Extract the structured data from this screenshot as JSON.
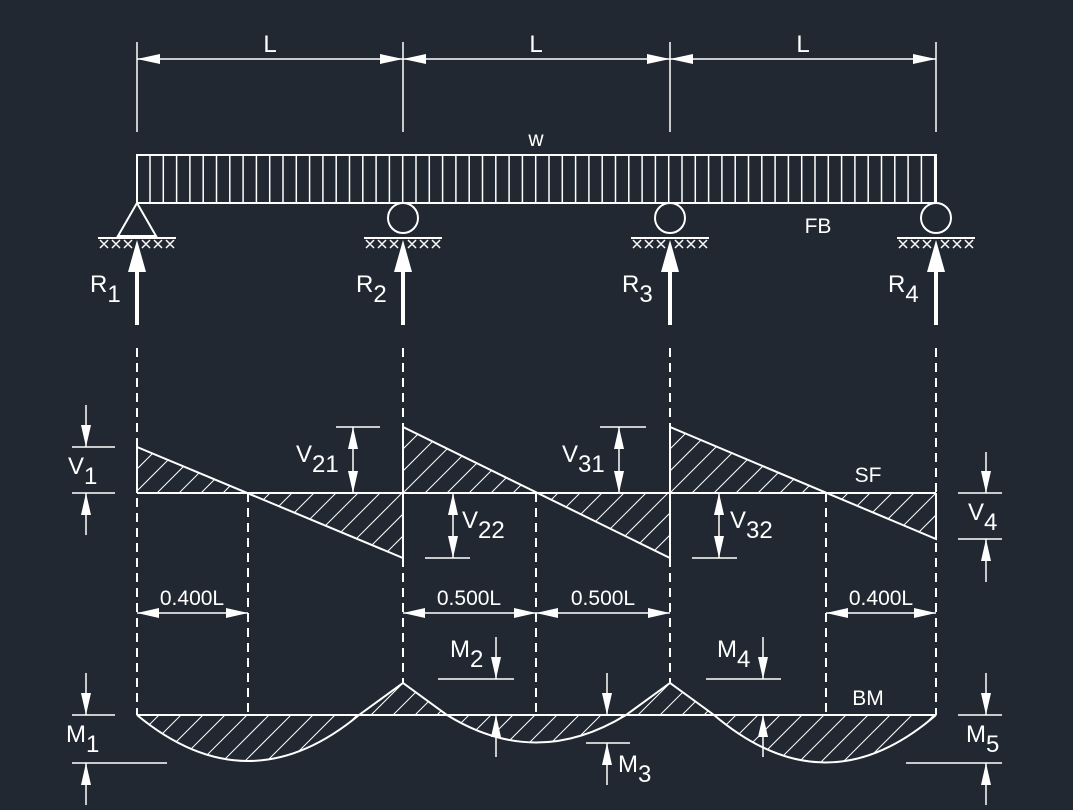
{
  "diagram": {
    "span_labels": [
      "L",
      "L",
      "L"
    ],
    "load_label": "w",
    "fb_label": "FB",
    "reactions": [
      {
        "base": "R",
        "sub": "1"
      },
      {
        "base": "R",
        "sub": "2"
      },
      {
        "base": "R",
        "sub": "3"
      },
      {
        "base": "R",
        "sub": "4"
      }
    ],
    "sf_label": "SF",
    "bm_label": "BM",
    "shear": [
      {
        "base": "V",
        "sub": "1"
      },
      {
        "base": "V",
        "sub": "21"
      },
      {
        "base": "V",
        "sub": "22"
      },
      {
        "base": "V",
        "sub": "31"
      },
      {
        "base": "V",
        "sub": "32"
      },
      {
        "base": "V",
        "sub": "4"
      }
    ],
    "moments": [
      {
        "base": "M",
        "sub": "1"
      },
      {
        "base": "M",
        "sub": "2"
      },
      {
        "base": "M",
        "sub": "3"
      },
      {
        "base": "M",
        "sub": "4"
      },
      {
        "base": "M",
        "sub": "5"
      }
    ],
    "dimensions": [
      "0.400L",
      "0.500L",
      "0.500L",
      "0.400L"
    ]
  },
  "colors": {
    "background": "#222831",
    "ink": "#ffffff"
  }
}
